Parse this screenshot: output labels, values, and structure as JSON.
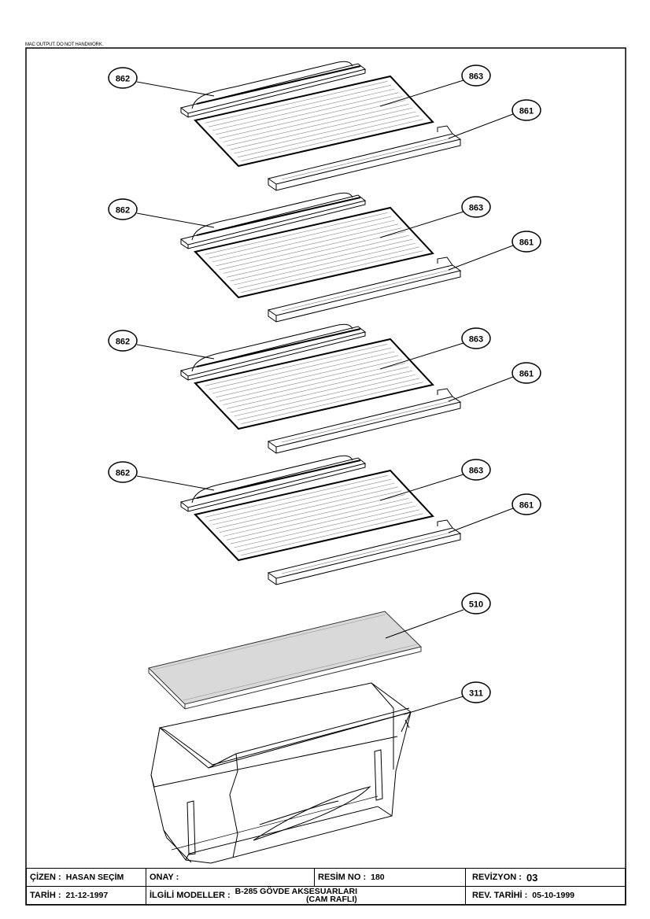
{
  "header_note": "MAC OUTPUT. DO NOT HANDWORK.",
  "callouts": {
    "rail_back": "862",
    "glass": "863",
    "rail_front": "861",
    "cover": "510",
    "crisper": "311"
  },
  "title_block": {
    "cizen_label": "ÇİZEN :",
    "cizen_value": "HASAN SEÇİM",
    "onay_label": "ONAY :",
    "onay_value": "",
    "resim_label": "RESİM NO :",
    "resim_value": "180",
    "revizyon_label": "REVİZYON :",
    "revizyon_value": "03",
    "tarih_label": "TARİH :",
    "tarih_value": "21-12-1997",
    "modeller_label": "İLGİLİ MODELLER :",
    "modeller_value": "B-285 GÖVDE AKSESUARLARI",
    "modeller_sub": "(CAM RAFLI)",
    "rev_tarihi_label": "REV. TARİHİ :",
    "rev_tarihi_value": "05-10-1999"
  }
}
